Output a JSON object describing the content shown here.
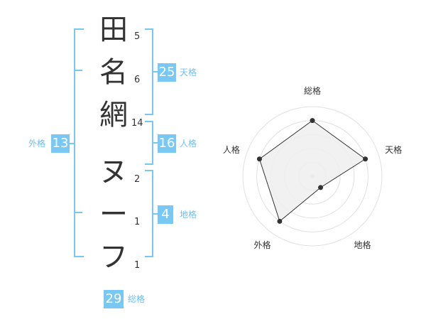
{
  "name": {
    "characters": [
      {
        "char": "田",
        "strokes": "5"
      },
      {
        "char": "名",
        "strokes": "6"
      },
      {
        "char": "網",
        "strokes": "14"
      },
      {
        "char": "ヌ",
        "strokes": "2"
      },
      {
        "char": "ー",
        "strokes": "1"
      },
      {
        "char": "フ",
        "strokes": "1"
      }
    ]
  },
  "fortunes": {
    "tenkaku": {
      "value": "25",
      "label": "天格"
    },
    "jinkaku": {
      "value": "16",
      "label": "人格"
    },
    "chikaku": {
      "value": "4",
      "label": "地格"
    },
    "gaikaku": {
      "value": "13",
      "label": "外格"
    },
    "soukaku": {
      "value": "29",
      "label": "総格"
    }
  },
  "colors": {
    "accent": "#79c8f3",
    "accent_text": "#6cc0ef",
    "radar_fill": "#eeeeee",
    "radar_grid": "#e0e0e0",
    "text": "#333333"
  },
  "chart_data": {
    "type": "radar",
    "axes": [
      "総格",
      "天格",
      "地格",
      "外格",
      "人格"
    ],
    "values": [
      4,
      4,
      1,
      4,
      4
    ],
    "max": 5,
    "rings": 5
  }
}
